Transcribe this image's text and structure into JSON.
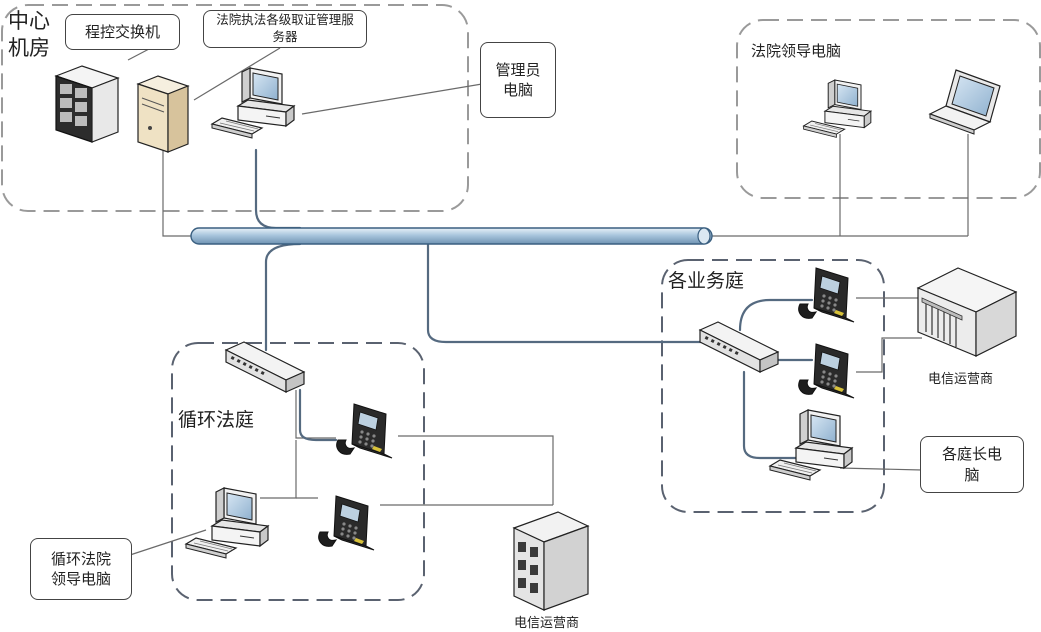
{
  "zones": {
    "center_room": "中心\n机房",
    "leader_pc_zone": "法院领导电脑",
    "courts_zone": "各业务庭",
    "circuit_court_zone": "循环法庭"
  },
  "callouts": {
    "pbx": "程控交换机",
    "evidence_server": "法院执法各级取证管理服务器",
    "admin_pc": "管理员\n电脑",
    "chief_judge_pc": "各庭长电\n脑",
    "circuit_leader_pc": "循环法院\n领导电脑"
  },
  "labels": {
    "carrier_right": "电信运营商",
    "carrier_bottom": "电信运营商"
  },
  "icons": {
    "pbx": "rack-server-icon",
    "server": "tower-server-icon",
    "pc": "desktop-computer-icon",
    "laptop": "laptop-icon",
    "switch": "network-switch-icon",
    "phone": "ip-phone-icon",
    "building": "carrier-building-icon"
  },
  "colors": {
    "backbone_fill": "#a9c6dd",
    "backbone_stroke": "#3a5f80",
    "link": "#556a80",
    "zone_border": "#9a9a9a",
    "circuit_zone_border": "#5a6270"
  }
}
